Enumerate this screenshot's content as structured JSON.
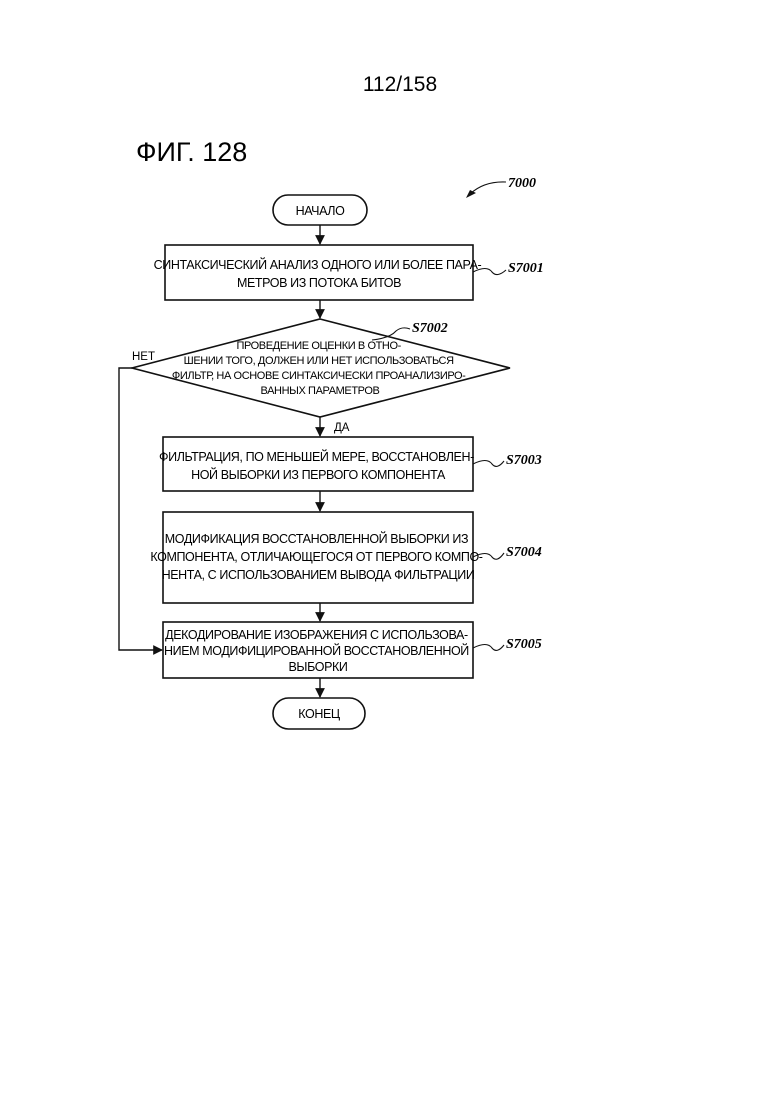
{
  "page_number": "112/158",
  "figure_title": "ФИГ. 128",
  "diagram_ref": "7000",
  "start": "НАЧАЛО",
  "end": "КОНЕЦ",
  "steps": {
    "s7001": {
      "ref": "S7001",
      "lines": [
        "СИНТАКСИЧЕСКИЙ АНАЛИЗ ОДНОГО ИЛИ БОЛЕЕ ПАРА-",
        "МЕТРОВ ИЗ ПОТОКА БИТОВ"
      ]
    },
    "s7002": {
      "ref": "S7002",
      "lines": [
        "ПРОВЕДЕНИЕ ОЦЕНКИ В ОТНО-",
        "ШЕНИИ ТОГО, ДОЛЖЕН ИЛИ НЕТ ИСПОЛЬЗОВАТЬСЯ",
        "ФИЛЬТР, НА ОСНОВЕ СИНТАКСИЧЕСКИ ПРОАНАЛИЗИРО-",
        "ВАННЫХ ПАРАМЕТРОВ"
      ],
      "no_label": "НЕТ",
      "yes_label": "ДА"
    },
    "s7003": {
      "ref": "S7003",
      "lines": [
        "ФИЛЬТРАЦИЯ, ПО МЕНЬШЕЙ МЕРЕ, ВОССТАНОВЛЕН-",
        "НОЙ ВЫБОРКИ ИЗ ПЕРВОГО КОМПОНЕНТА"
      ]
    },
    "s7004": {
      "ref": "S7004",
      "lines": [
        "МОДИФИКАЦИЯ ВОССТАНОВЛЕННОЙ ВЫБОРКИ ИЗ",
        "КОМПОНЕНТА, ОТЛИЧАЮЩЕГОСЯ ОТ ПЕРВОГО КОМПО-",
        "НЕНТА, С ИСПОЛЬЗОВАНИЕМ ВЫВОДА ФИЛЬТРАЦИИ"
      ]
    },
    "s7005": {
      "ref": "S7005",
      "lines": [
        "ДЕКОДИРОВАНИЕ ИЗОБРАЖЕНИЯ С ИСПОЛЬЗОВА-",
        "НИЕМ МОДИФИЦИРОВАННОЙ ВОССТАНОВЛЕННОЙ",
        "ВЫБОРКИ"
      ]
    }
  }
}
